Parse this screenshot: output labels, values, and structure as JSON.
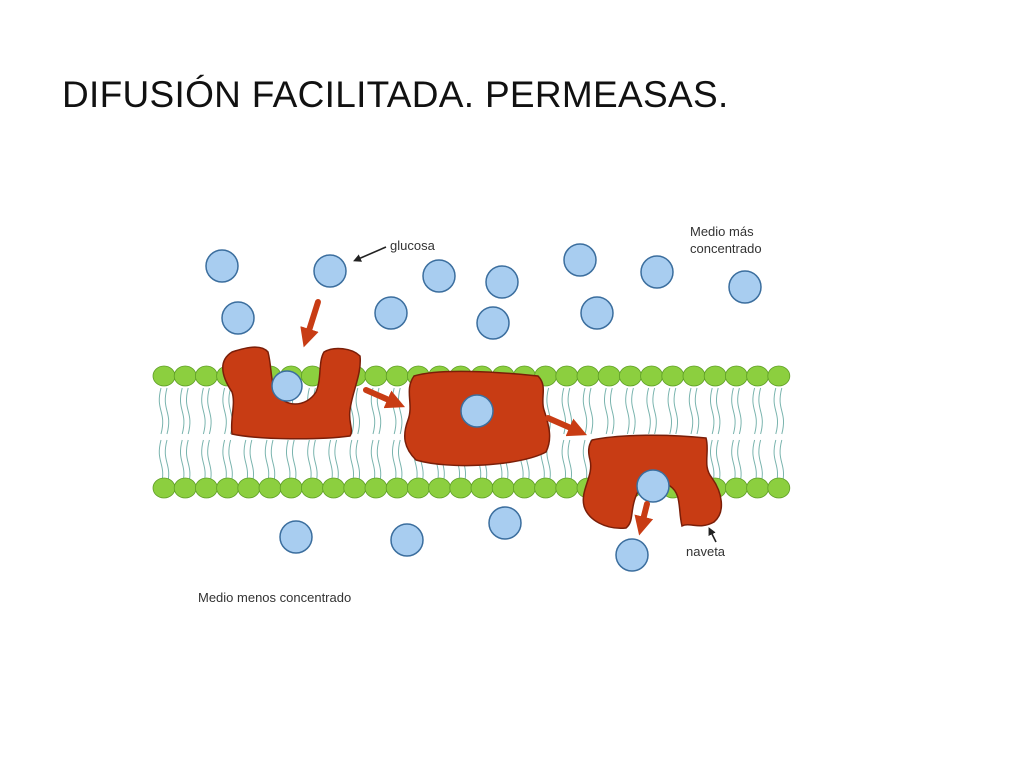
{
  "slide": {
    "title": "DIFUSIÓN FACILITADA. PERMEASAS."
  },
  "diagram": {
    "labels": {
      "glucose": "glucosa",
      "high_medium_line1": "Medio más",
      "high_medium_line2": "concentrado",
      "low_medium": "Medio menos concentrado",
      "carrier": "naveta"
    },
    "colors": {
      "glucose_fill": "#a8cdf0",
      "glucose_stroke": "#3b6e9e",
      "lipid_head": "#8ccf3f",
      "lipid_tail": "#7ab4ae",
      "protein": "#c83c14",
      "arrow": "#c83c14"
    },
    "icons": [
      "glucose-molecule",
      "phospholipid-bilayer",
      "carrier-protein",
      "transport-arrow"
    ]
  }
}
